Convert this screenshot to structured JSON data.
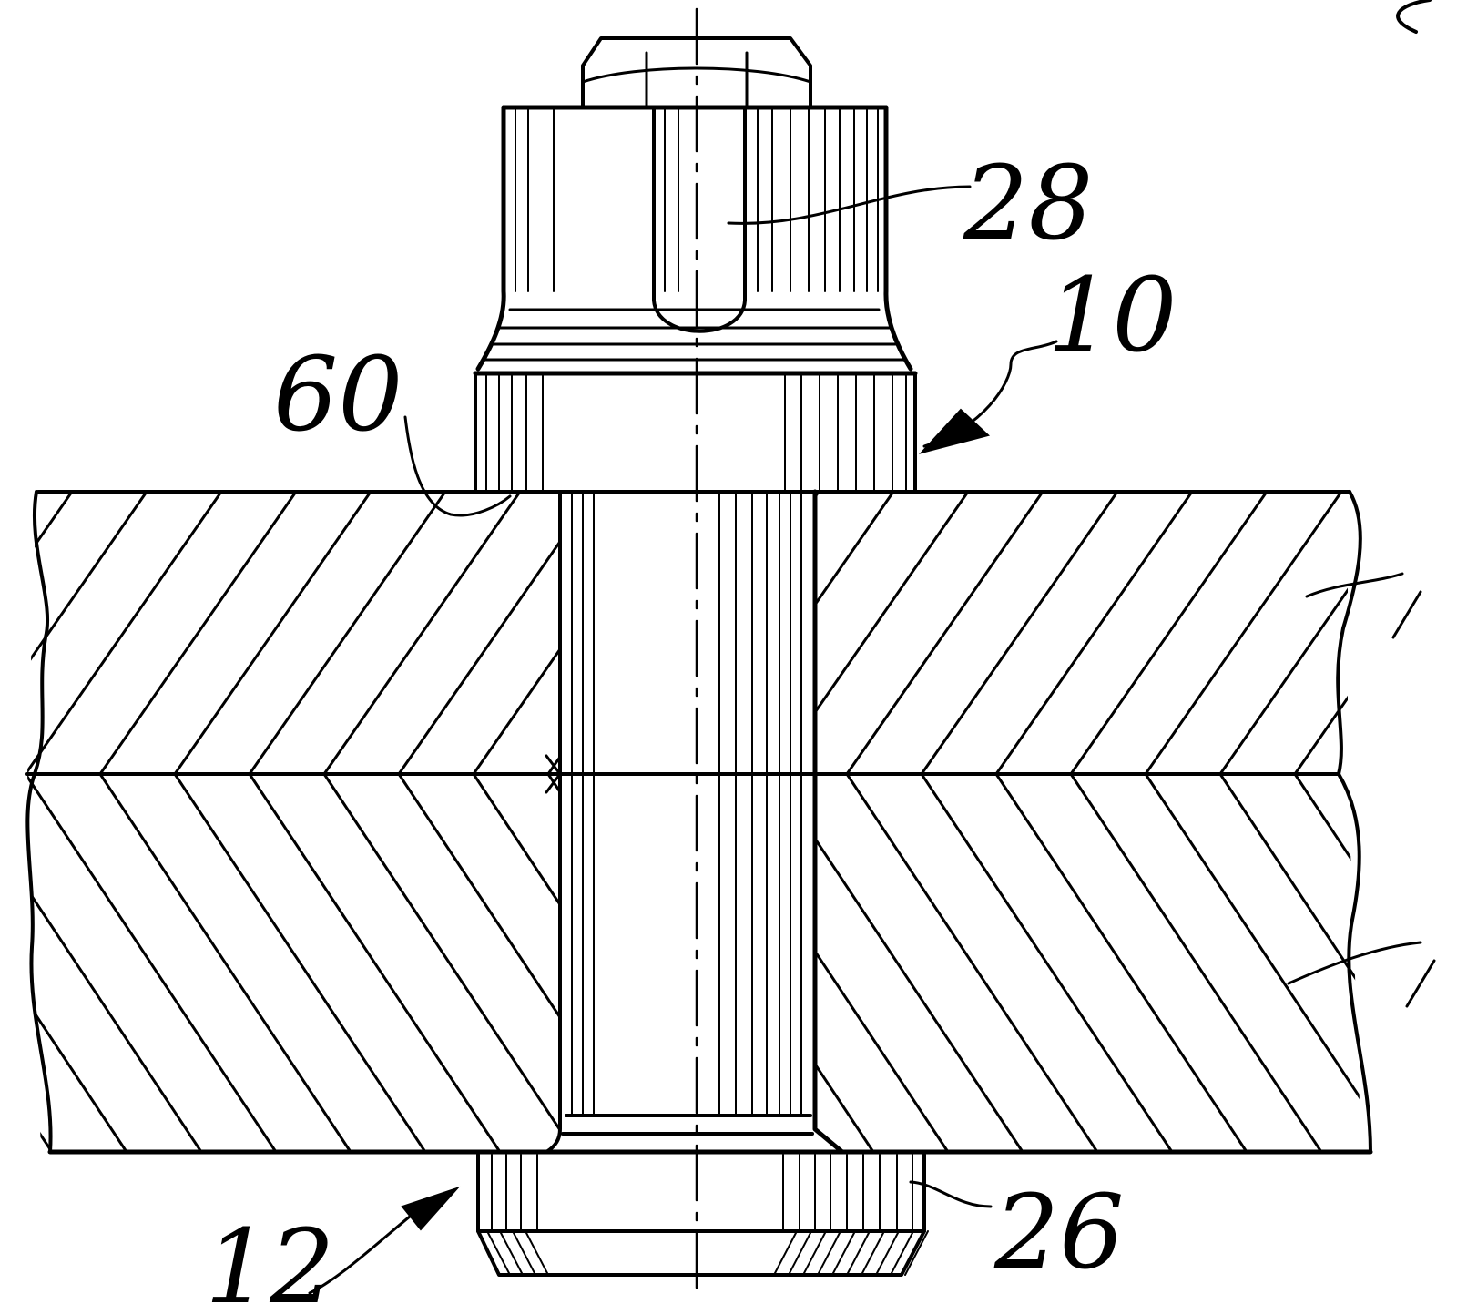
{
  "figure": {
    "reference_numerals": {
      "nut": "28",
      "fastener_assembly": "10",
      "shoulder": "60",
      "collar": "26",
      "pin_tail": "12"
    },
    "colors": {
      "ink": "#000000",
      "paper": "#ffffff"
    }
  }
}
